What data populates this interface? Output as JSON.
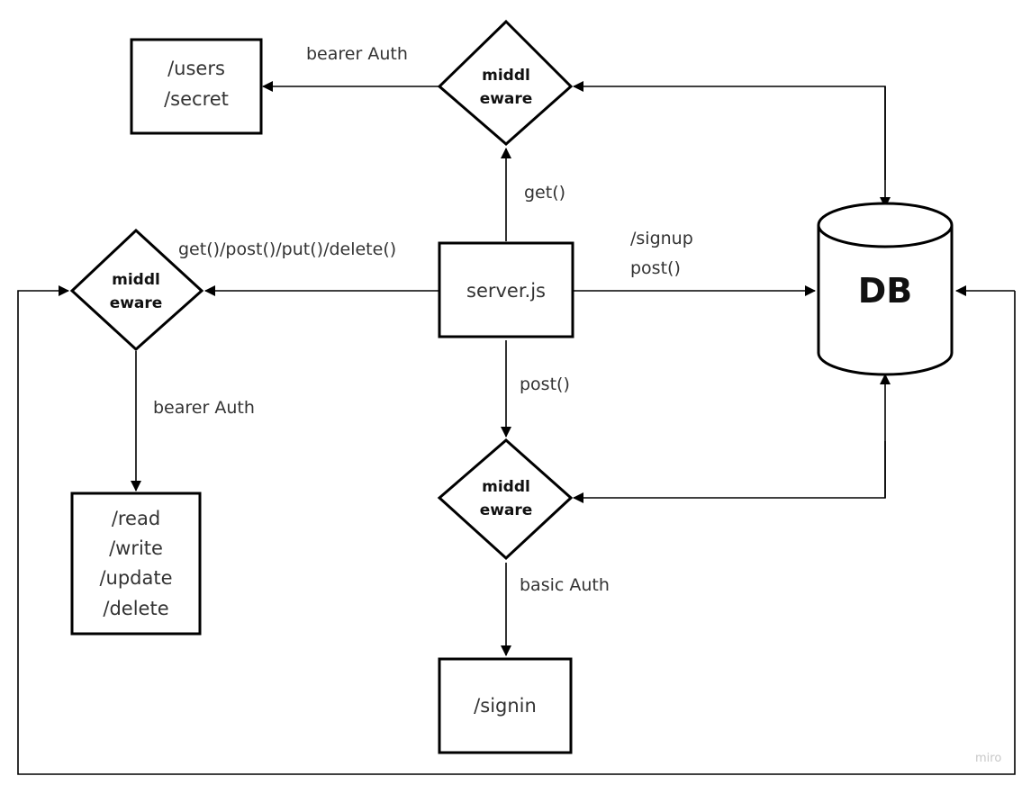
{
  "nodes": {
    "users_box": {
      "lines": [
        "/users",
        "/secret"
      ]
    },
    "middleware_top": {
      "lines": [
        "middl",
        "eware"
      ]
    },
    "middleware_left": {
      "lines": [
        "middl",
        "eware"
      ]
    },
    "middleware_bottom": {
      "lines": [
        "middl",
        "eware"
      ]
    },
    "server": {
      "label": "server.js"
    },
    "crud_box": {
      "lines": [
        "/read",
        "/write",
        "/update",
        "/delete"
      ]
    },
    "signin_box": {
      "label": "/signin"
    },
    "db": {
      "label": "DB"
    }
  },
  "edges": {
    "top_bearer": "bearer Auth",
    "get": "get()",
    "left_methods": "get()/post()/put()/delete()",
    "signup": [
      "/signup",
      "post()"
    ],
    "left_bearer": "bearer Auth",
    "post": "post()",
    "basic": "basic Auth"
  },
  "watermark": "miro"
}
